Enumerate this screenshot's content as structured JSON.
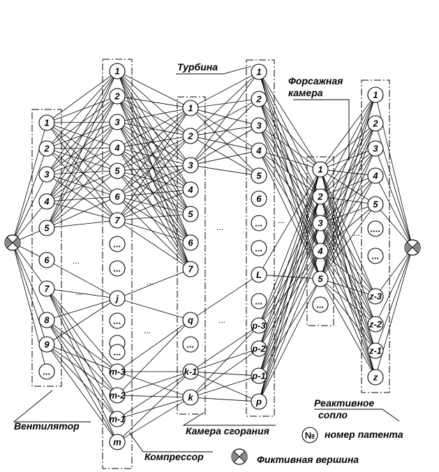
{
  "columns": {
    "fan": [
      "1",
      "2",
      "3",
      "4",
      "5",
      "6",
      "7",
      "8",
      "9",
      "..."
    ],
    "compressor": [
      "1",
      "2",
      "3",
      "4",
      "5",
      "6",
      "7",
      "...",
      "...",
      "j",
      "...",
      "...",
      "...",
      "m-3",
      "m-2",
      "m-1",
      "m"
    ],
    "turbine": [
      "1",
      "2",
      "3",
      "4",
      "5",
      "6",
      "7",
      "q",
      "...",
      "k-1",
      "k"
    ],
    "combustion": [
      "1",
      "2",
      "3",
      "4",
      "5",
      "6",
      "...",
      "...",
      "L",
      "...",
      "p-3",
      "p-2",
      "p-1",
      "p"
    ],
    "afterburner": [
      "1",
      "2",
      "3",
      "4",
      "5",
      "..."
    ],
    "nozzle": [
      "1",
      "2",
      "3",
      "4",
      "5",
      "....",
      "...",
      "z-3",
      "z-2",
      "z-1",
      "z"
    ]
  },
  "labels": {
    "fan": "Вентилятор",
    "compressor": "Компрессор",
    "turbine": "Турбина",
    "combustion": "Камера сгорания",
    "afterburner_line1": "Форсажная",
    "afterburner_line2": "камера",
    "nozzle_line1": "Реактивное",
    "nozzle_line2": "сопло"
  },
  "legend": {
    "patent_symbol": "№",
    "patent_text": "номер патента",
    "dummy_text": "Фиктивная вершина"
  },
  "gap_dots": "..."
}
